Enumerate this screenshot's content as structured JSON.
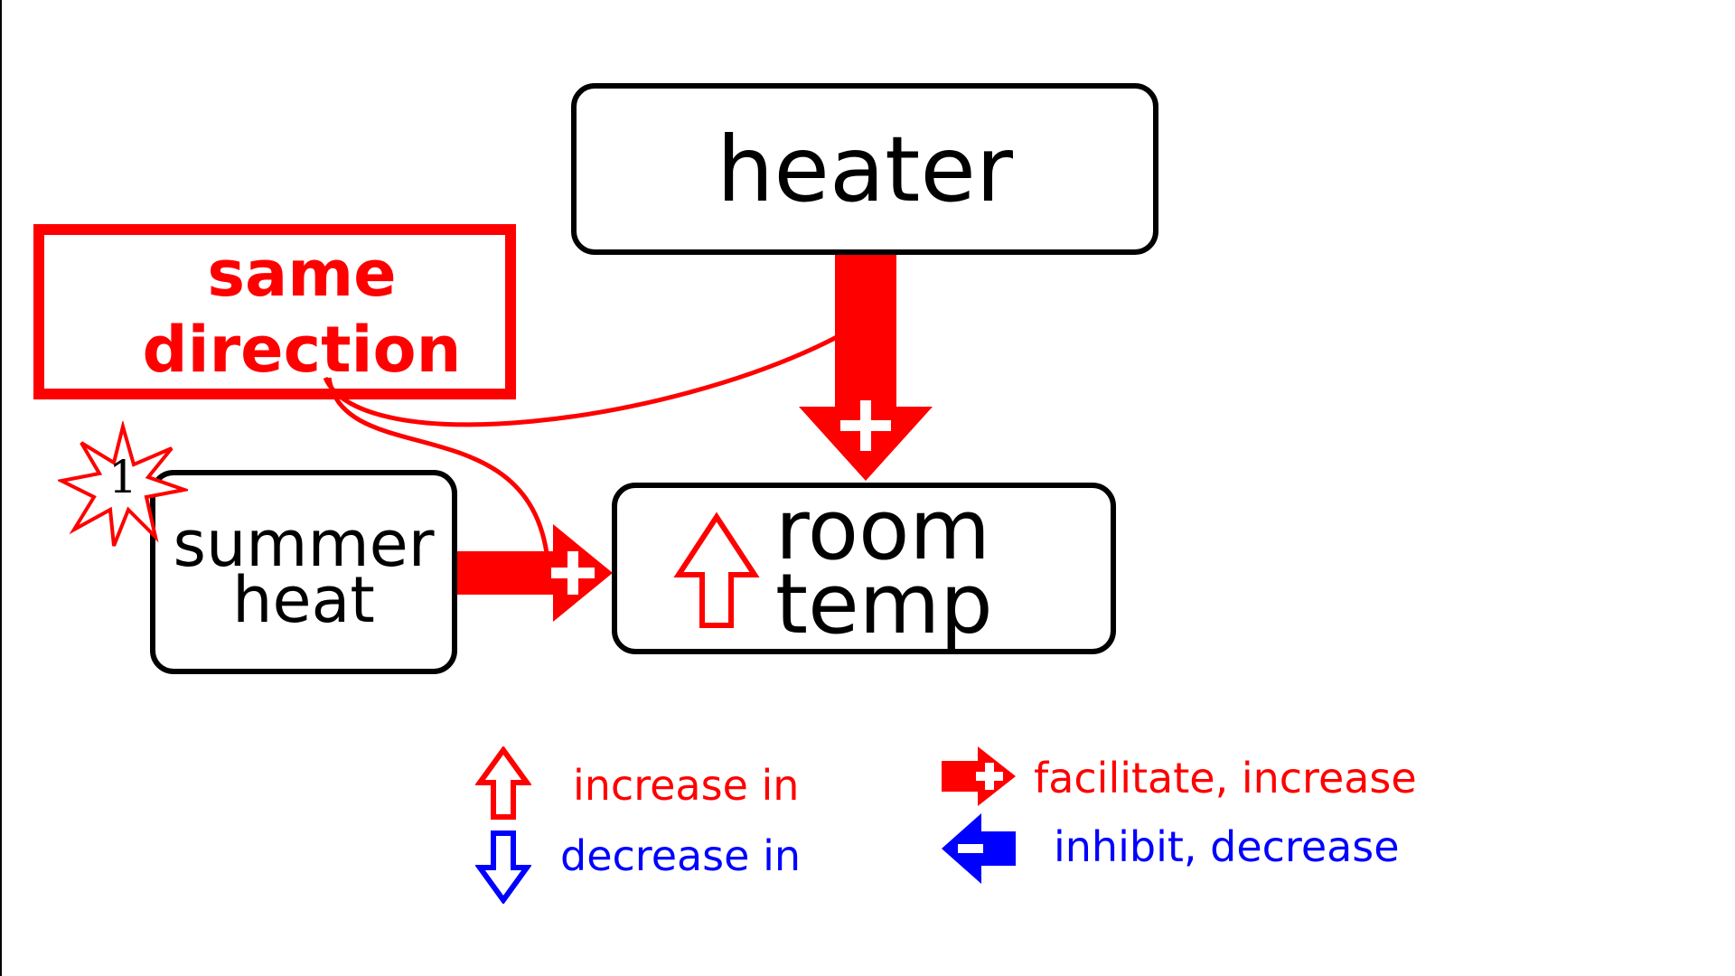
{
  "nodes": {
    "heater": "heater",
    "summer_heat": {
      "line1": "summer",
      "line2": "heat"
    },
    "room_temp": {
      "line1": "room",
      "line2": "temp"
    },
    "same_direction": {
      "line1": "same",
      "line2": "direction"
    },
    "badge": "1"
  },
  "legend": {
    "increase": "increase in",
    "decrease": "decrease in",
    "facilitate": "facilitate, increase",
    "inhibit": "inhibit, decrease"
  },
  "colors": {
    "facilitate": "#ff0000",
    "inhibit": "#0000ff",
    "box_border": "#000000"
  },
  "icons": [
    "up-arrow-icon",
    "down-arrow-icon",
    "plus-arrow-icon",
    "minus-arrow-icon",
    "burst-icon"
  ]
}
